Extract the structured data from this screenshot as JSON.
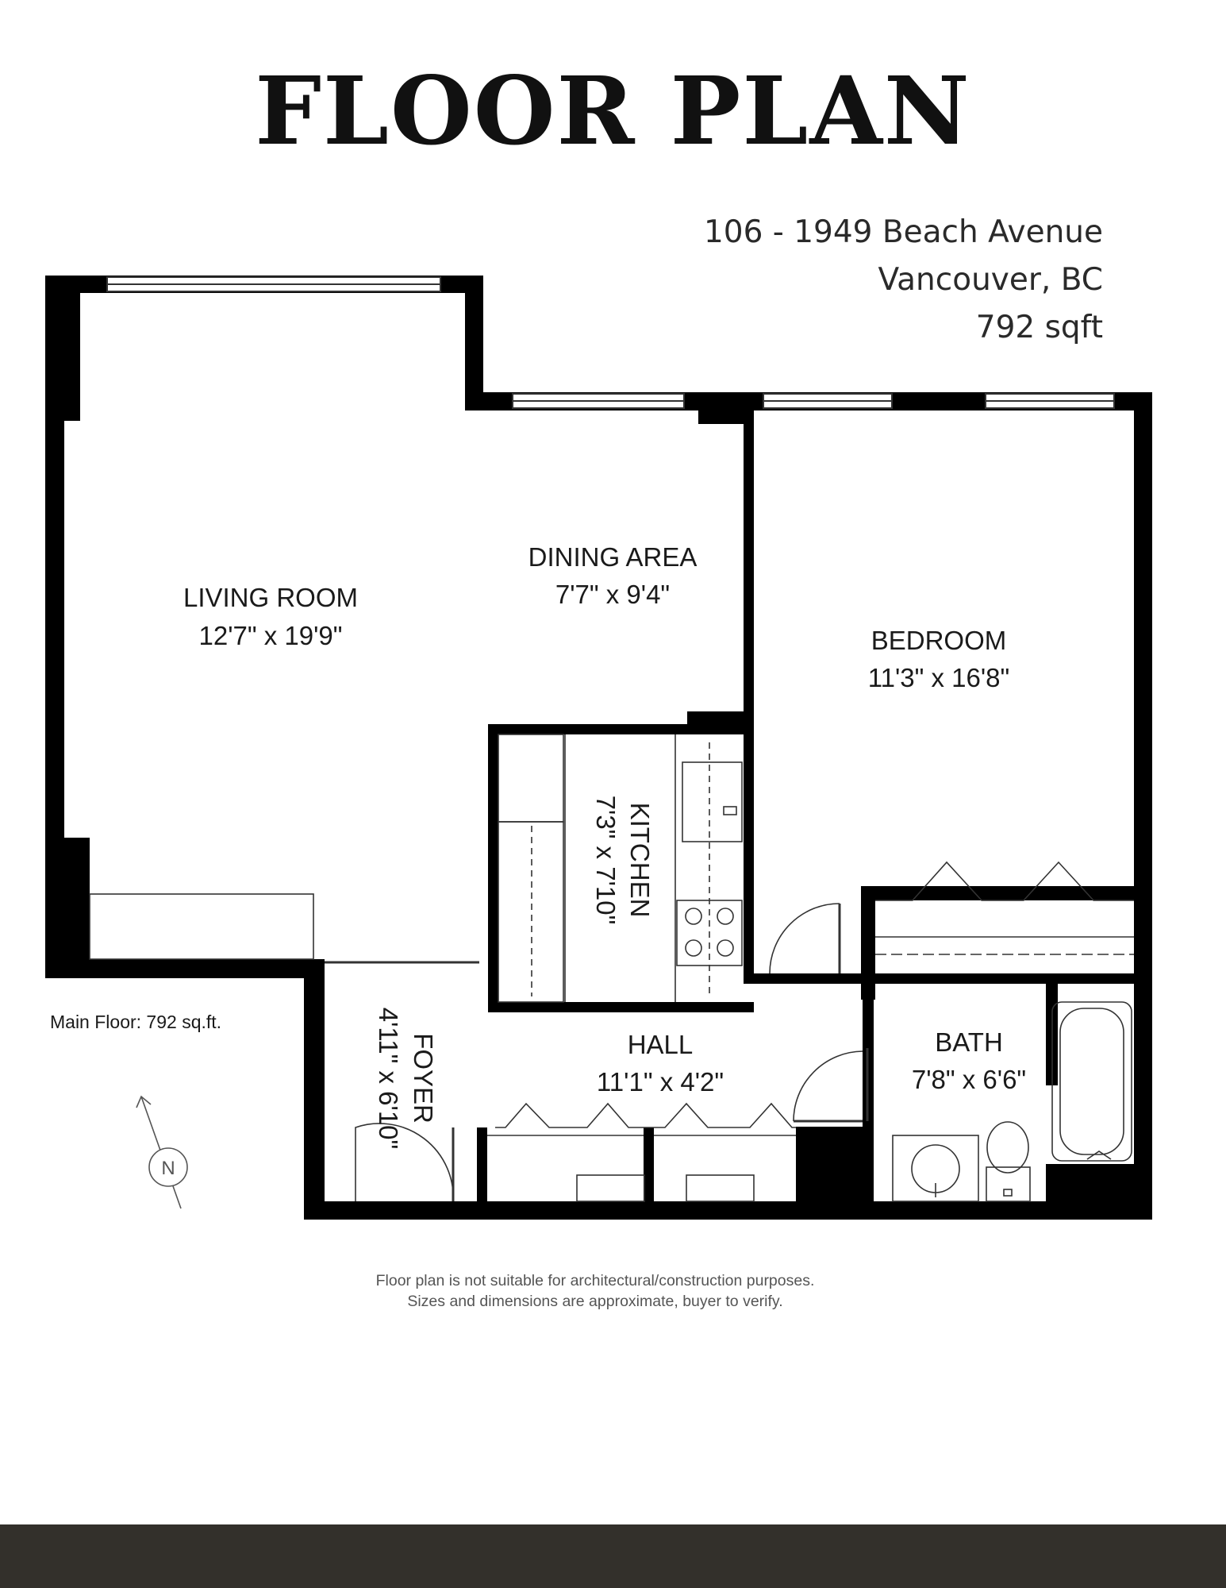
{
  "title": "FLOOR PLAN",
  "address": {
    "line1": "106 - 1949 Beach Avenue",
    "line2": "Vancouver, BC",
    "line3": "792 sqft"
  },
  "floor_note": "Main Floor: 792 sq.ft.",
  "compass_label": "N",
  "rooms": {
    "living": {
      "name": "LIVING ROOM",
      "size": "12'7\" x 19'9\""
    },
    "dining": {
      "name": "DINING AREA",
      "size": "7'7\" x 9'4\""
    },
    "bedroom": {
      "name": "BEDROOM",
      "size": "11'3\" x 16'8\""
    },
    "kitchen": {
      "name": "KITCHEN",
      "size": "7'3\" x 7'10\""
    },
    "hall": {
      "name": "HALL",
      "size": "11'1\" x 4'2\""
    },
    "bath": {
      "name": "BATH",
      "size": "7'8\" x 6'6\""
    },
    "foyer": {
      "name": "FOYER",
      "size": "4'11\" x 6'10\""
    }
  },
  "disclaimer": {
    "line1": "Floor plan is not suitable for architectural/construction purposes.",
    "line2": "Sizes and dimensions are approximate, buyer to verify."
  },
  "colors": {
    "wall": "#000000",
    "footer": "#33302b",
    "fixture_line": "#333333"
  }
}
